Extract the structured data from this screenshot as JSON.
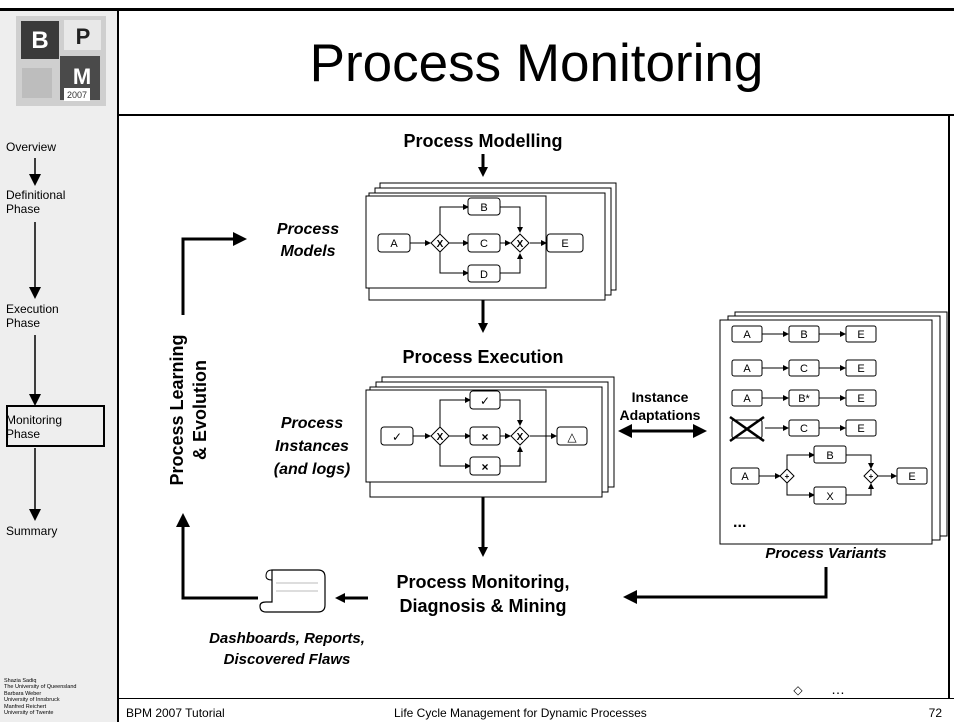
{
  "title": "Process Monitoring",
  "logo": {
    "letters": [
      "B",
      "P",
      "M"
    ],
    "year": "2007"
  },
  "nav": {
    "overview": "Overview",
    "definitional": [
      "Definitional",
      "Phase"
    ],
    "execution": [
      "Execution",
      "Phase"
    ],
    "monitoring": [
      "Monitoring",
      "Phase"
    ],
    "summary": "Summary"
  },
  "credits": [
    "Shazia Sadiq",
    "The University of Queensland",
    "Barbara Weber",
    "University of Innsbruck",
    "Manfred Reichert",
    "University of Twente"
  ],
  "footer": {
    "left": "BPM 2007 Tutorial",
    "center": "Life Cycle Management for Dynamic Processes",
    "page": "72"
  },
  "diagram": {
    "modelling": "Process Modelling",
    "models": [
      "Process",
      "Models"
    ],
    "execution": "Process Execution",
    "instances": [
      "Process",
      "Instances",
      "(and logs)"
    ],
    "adaptations": [
      "Instance",
      "Adaptations"
    ],
    "learning": [
      "Process Learning",
      "& Evolution"
    ],
    "monitoring": [
      "Process Monitoring,",
      "Diagnosis & Mining"
    ],
    "dashboards": [
      "Dashboards, Reports,",
      "Discovered Flaws"
    ],
    "variants_label": "Process Variants",
    "model_nodes": {
      "a": "A",
      "b": "B",
      "c": "C",
      "d": "D",
      "e": "E",
      "x": "X"
    },
    "exec_nodes": {
      "check": "✓",
      "cross": "×",
      "triangle": "△"
    },
    "variant_rows": [
      [
        "A",
        "B",
        "E"
      ],
      [
        "A",
        "C",
        "E"
      ],
      [
        "A",
        "B*",
        "E"
      ],
      [
        "",
        "C",
        "E"
      ]
    ],
    "variant_split": {
      "a": "A",
      "b": "B",
      "x": "X",
      "e": "E",
      "plus": "+"
    },
    "ellipsis": "...",
    "footer_symbol": "◇",
    "footer_ellipsis": "…"
  }
}
